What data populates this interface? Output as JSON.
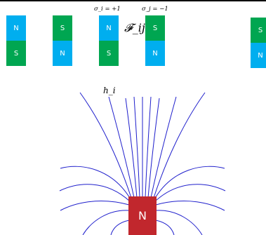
{
  "magnets": [
    {
      "top": "N",
      "bottom": "S"
    },
    {
      "top": "S",
      "bottom": "N"
    },
    {
      "top": "N",
      "bottom": "S"
    },
    {
      "top": "S",
      "bottom": "N"
    },
    {
      "top": "S",
      "bottom": "N"
    }
  ],
  "sigma_labels": [
    "σ_i = +1",
    "σ_j = −1"
  ],
  "coupling_label": "𝓕_ij",
  "field_label": "h_i",
  "big_magnet": {
    "label": "N"
  },
  "colors": {
    "north": "#00aeef",
    "south": "#00a651",
    "field_line": "#1f1fcc",
    "big_magnet": "#c1272d"
  }
}
